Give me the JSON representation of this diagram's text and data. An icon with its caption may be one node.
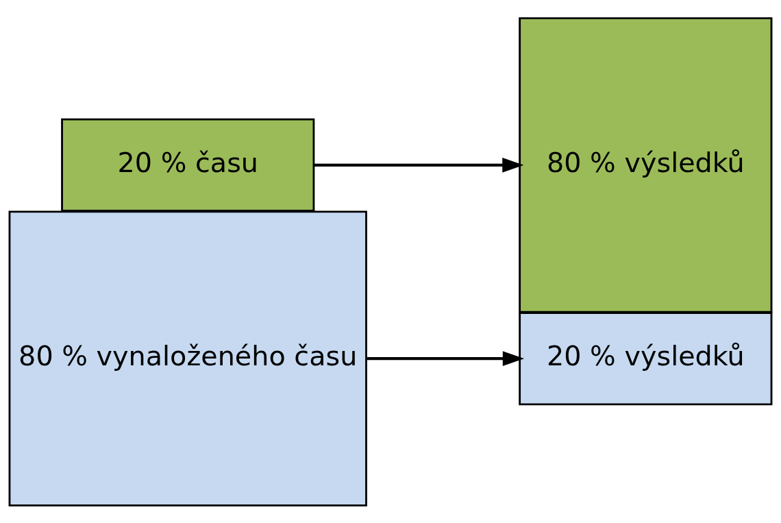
{
  "diagram": {
    "nodes": [
      {
        "text": [
          "80 % vynaloženého času"
        ]
      },
      {
        "text": [
          "20 % času"
        ]
      },
      {
        "text": [
          "20 % výsledků"
        ]
      },
      {
        "text": [
          "80 % výsledků"
        ]
      }
    ],
    "edges": [
      {
        "from": 0,
        "to": 2,
        "arrow": "to"
      },
      {
        "from": 1,
        "to": 3,
        "arrow": "to"
      }
    ]
  }
}
